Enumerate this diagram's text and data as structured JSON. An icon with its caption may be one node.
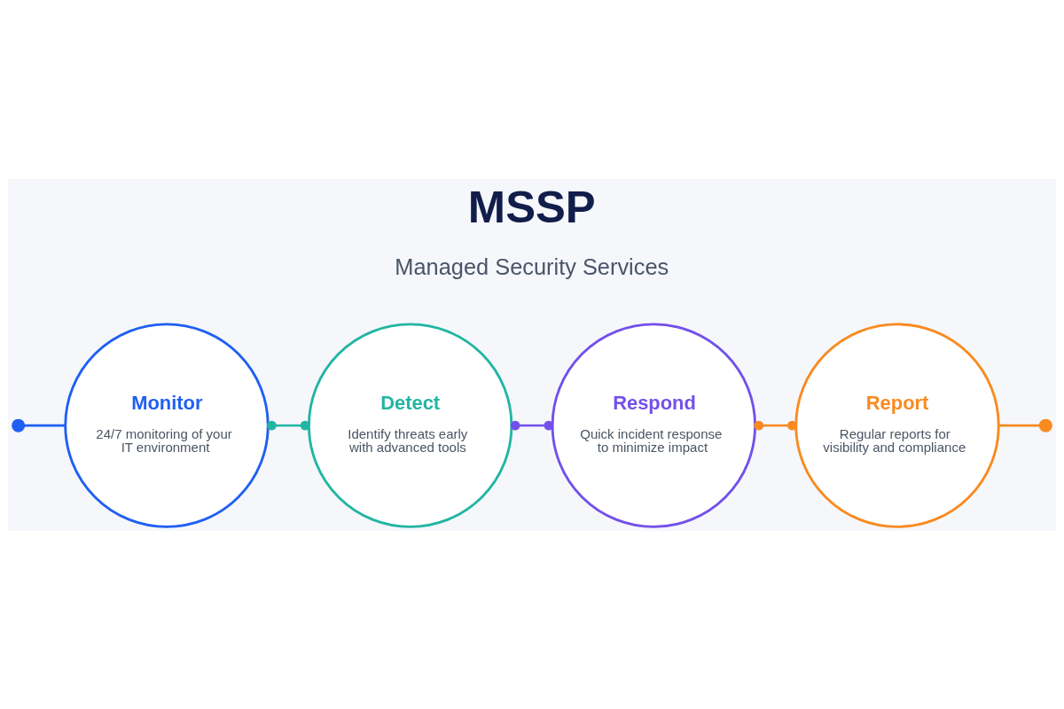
{
  "diagram": {
    "title": "MSSP",
    "nodes": [
      {
        "text": [],
        "shape": "circle"
      },
      {
        "text": [
          "Monitor",
          "24/7 monitoring of your IT environment"
        ]
      },
      {
        "text": [
          "Detect",
          "Identify threats early with advanced tools"
        ]
      },
      {
        "text": [
          "Respond",
          "Quick incident response to minimize impact"
        ]
      },
      {
        "text": [
          "Report",
          "Regular reports for visibility and compliance"
        ]
      },
      {
        "text": [],
        "shape": "circle"
      }
    ],
    "edges": [
      {
        "from": 0,
        "to": 1,
        "arrow": "none",
        "color": "#1f5ff2"
      },
      {
        "from": 1,
        "to": 2,
        "arrow": "other",
        "color": "#22b5a3"
      },
      {
        "from": 2,
        "to": 3,
        "arrow": "other",
        "color": "#7350ea"
      },
      {
        "from": 3,
        "to": 4,
        "arrow": "other",
        "color": "#f98a1f"
      },
      {
        "from": 4,
        "to": 5,
        "arrow": "none",
        "color": "#f98a1f"
      }
    ],
    "labels": [
      "Managed Security Services"
    ]
  }
}
